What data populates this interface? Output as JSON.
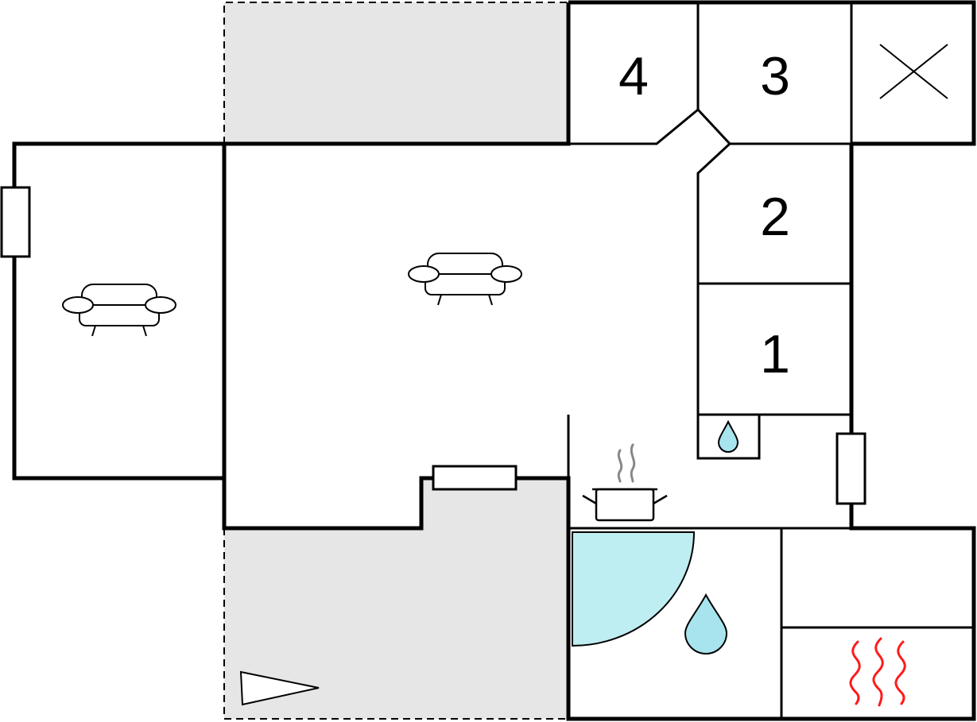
{
  "rooms": {
    "bedroom_4": "4",
    "bedroom_3": "3",
    "bedroom_2": "2",
    "bedroom_1": "1"
  },
  "icons": {
    "sofa": "sofa-icon",
    "water": "water-drop-icon",
    "cooking_pot": "cooking-pot-icon",
    "shower": "shower-icon",
    "sauna": "sauna-heat-icon",
    "window": "window-icon",
    "entrance": "entrance-arrow-icon",
    "storage": "storage-cross-icon"
  },
  "colors": {
    "wall": "#000000",
    "terrace": "#e6e6e6",
    "shower_fill": "#bfeef2",
    "water_fill": "#a8e4ee",
    "heat": "#ff1a1a",
    "steam": "#888888"
  }
}
